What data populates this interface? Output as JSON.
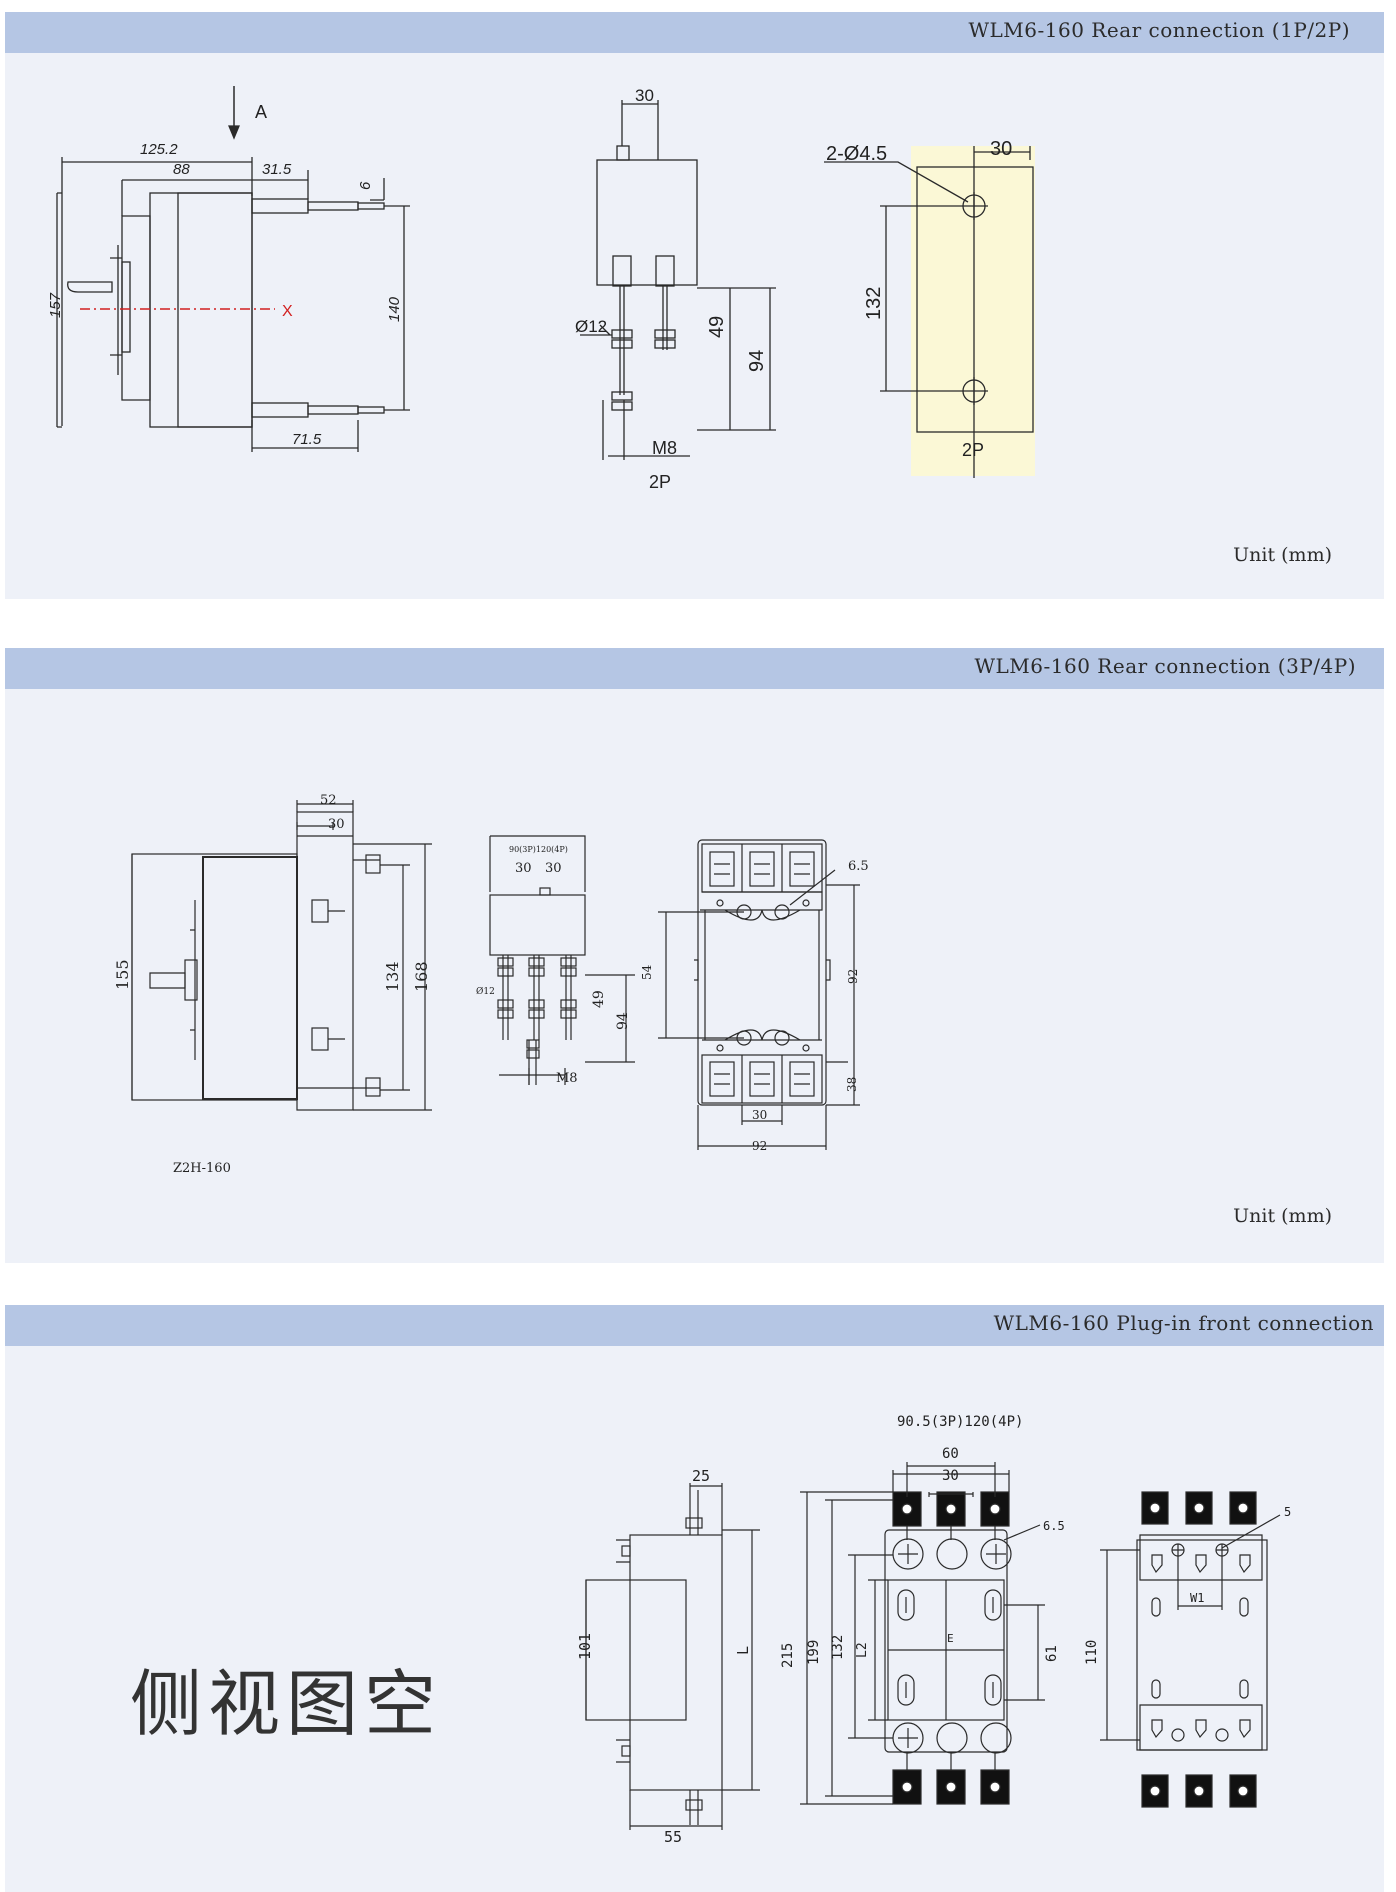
{
  "panels": [
    {
      "title": "WLM6-160 Rear connection (1P/2P)",
      "unit": "Unit (mm)",
      "dims": {
        "arrow": "A",
        "axis": "X",
        "w125": "125.2",
        "w88": "88",
        "w31": "31.5",
        "t6": "6",
        "h157": "157",
        "h140": "140",
        "w71": "71.5",
        "w30a": "30",
        "d12": "Ø12",
        "h49": "49",
        "h94": "94",
        "m8": "M8",
        "pole_a": "2P",
        "holes": "2-Ø4.5",
        "w30b": "30",
        "h132": "132",
        "pole_b": "2P"
      }
    },
    {
      "title": "WLM6-160 Rear connection (3P/4P)",
      "unit": "Unit (mm)",
      "dims": {
        "w52": "52",
        "w30": "30",
        "h155": "155",
        "h134": "134",
        "h168": "168",
        "model": "Z2H-160",
        "top": "90(3P)120(4P)",
        "s30a": "30",
        "s30b": "30",
        "d12": "Ø12",
        "h49": "49",
        "h94": "94",
        "m8": "M8",
        "d65": "6.5",
        "h54": "54",
        "h92": "92",
        "h38": "38",
        "w30b": "30",
        "w92": "92"
      }
    },
    {
      "title": "WLM6-160 Plug-in front connection",
      "side_empty": "侧视图空",
      "dims": {
        "w25": "25",
        "h101": "101",
        "hL": "L",
        "w55": "55",
        "top": "90.5(3P)120(4P)",
        "w60": "60",
        "w30": "30",
        "d65": "6.5",
        "h215": "215",
        "h199": "199",
        "h132": "132",
        "hL2": "L2",
        "hE": "E",
        "h61": "61",
        "d5": "5",
        "w1": "W1",
        "h110": "110"
      }
    }
  ],
  "colors": {
    "header": "#b5c6e4",
    "panel_bg": "#eef1f8",
    "highlight": "#fbf8d6",
    "axis_red": "#d22020",
    "line": "#2a2a2a"
  }
}
